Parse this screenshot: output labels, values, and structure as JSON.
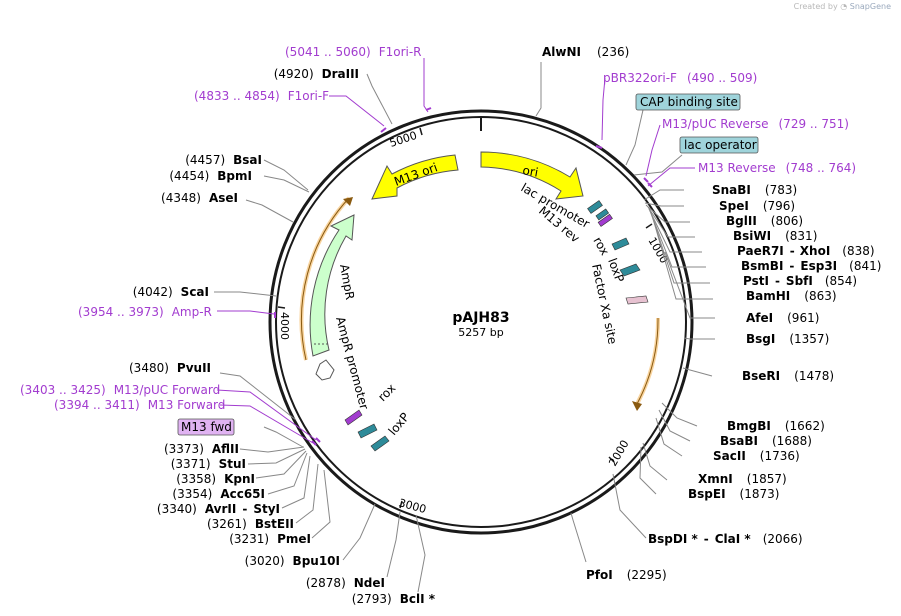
{
  "credit": {
    "prefix": "Created by",
    "brand": "SnapGene"
  },
  "plasmid": {
    "name": "pAJH83",
    "size": "5257 bp"
  },
  "ticks": [
    "1000",
    "2000",
    "3000",
    "4000",
    "5000"
  ],
  "features": {
    "ori": "ori",
    "m13ori": "M13 ori",
    "ampr": "AmpR",
    "ampr_promoter": "AmpR promoter",
    "lac_promoter": "lac promoter",
    "m13rev": "M13 rev",
    "rox1": "rox",
    "loxp1": "loxP",
    "factor_xa": "Factor Xa site",
    "rox2": "rox",
    "loxp2": "loxP"
  },
  "boxed": {
    "cap": "CAP binding site",
    "lac_operator": "lac operator",
    "m13fwd": "M13 fwd"
  },
  "right_sites": [
    {
      "name": "AlwNI",
      "pos": "(236)"
    },
    {
      "name": "SnaBI",
      "pos": "(783)"
    },
    {
      "name": "SpeI",
      "pos": "(796)"
    },
    {
      "name": "BglII",
      "pos": "(806)"
    },
    {
      "name": "BsiWI",
      "pos": "(831)"
    },
    {
      "name": "PaeR7I",
      "sep": "-",
      "name2": "XhoI",
      "pos": "(838)"
    },
    {
      "name": "BsmBI",
      "sep": "-",
      "name2": "Esp3I",
      "pos": "(841)"
    },
    {
      "name": "PstI",
      "sep": "-",
      "name2": "SbfI",
      "pos": "(854)"
    },
    {
      "name": "BamHI",
      "pos": "(863)"
    },
    {
      "name": "AfeI",
      "pos": "(961)"
    },
    {
      "name": "BsgI",
      "pos": "(1357)"
    },
    {
      "name": "BseRI",
      "pos": "(1478)"
    },
    {
      "name": "BmgBI",
      "pos": "(1662)"
    },
    {
      "name": "BsaBI",
      "pos": "(1688)"
    },
    {
      "name": "SacII",
      "pos": "(1736)"
    },
    {
      "name": "XmnI",
      "pos": "(1857)"
    },
    {
      "name": "BspEI",
      "pos": "(1873)"
    },
    {
      "name": "BspDI *",
      "sep": "-",
      "name2": "ClaI *",
      "pos": "(2066)"
    },
    {
      "name": "PfoI",
      "pos": "(2295)"
    }
  ],
  "left_sites": [
    {
      "name": "DraIII",
      "pos": "(4920)"
    },
    {
      "name": "BsaI",
      "pos": "(4457)"
    },
    {
      "name": "BpmI",
      "pos": "(4454)"
    },
    {
      "name": "AseI",
      "pos": "(4348)"
    },
    {
      "name": "ScaI",
      "pos": "(4042)"
    },
    {
      "name": "PvuII",
      "pos": "(3480)"
    },
    {
      "name": "AflII",
      "pos": "(3373)"
    },
    {
      "name": "StuI",
      "pos": "(3371)"
    },
    {
      "name": "KpnI",
      "pos": "(3358)"
    },
    {
      "name": "Acc65I",
      "pos": "(3354)"
    },
    {
      "name": "AvrII",
      "sep": "-",
      "name2": "StyI",
      "pos": "(3340)"
    },
    {
      "name": "BstEII",
      "pos": "(3261)"
    },
    {
      "name": "PmeI",
      "pos": "(3231)"
    },
    {
      "name": "Bpu10I",
      "pos": "(3020)"
    },
    {
      "name": "NdeI",
      "pos": "(2878)"
    },
    {
      "name": "BclI *",
      "pos": "(2793)"
    }
  ],
  "primers": {
    "f1ori_r": {
      "range": "(5041 .. 5060)",
      "name": "F1ori-R"
    },
    "f1ori_f": {
      "range": "(4833 .. 4854)",
      "name": "F1ori-F"
    },
    "pbr322": {
      "name": "pBR322ori-F",
      "range": "(490 .. 509)"
    },
    "m13puc_rev": {
      "name": "M13/pUC Reverse",
      "range": "(729 .. 751)"
    },
    "m13_rev": {
      "name": "M13 Reverse",
      "range": "(748 .. 764)"
    },
    "amp_r": {
      "range": "(3954 .. 3973)",
      "name": "Amp-R"
    },
    "m13puc_fwd": {
      "range": "(3403 .. 3425)",
      "name": "M13/pUC Forward"
    },
    "m13_fwd": {
      "range": "(3394 .. 3411)",
      "name": "M13 Forward"
    }
  },
  "colors": {
    "backbone": "#1a1a1a",
    "ori_fill": "#ffff00",
    "ampr_fill": "#ccffcc",
    "primer": "#a23ccf",
    "orf": "#f2b050",
    "teal": "#2e8b99",
    "cap_box": "#9fd4db",
    "m13fwd_box": "#e0b3f2"
  }
}
